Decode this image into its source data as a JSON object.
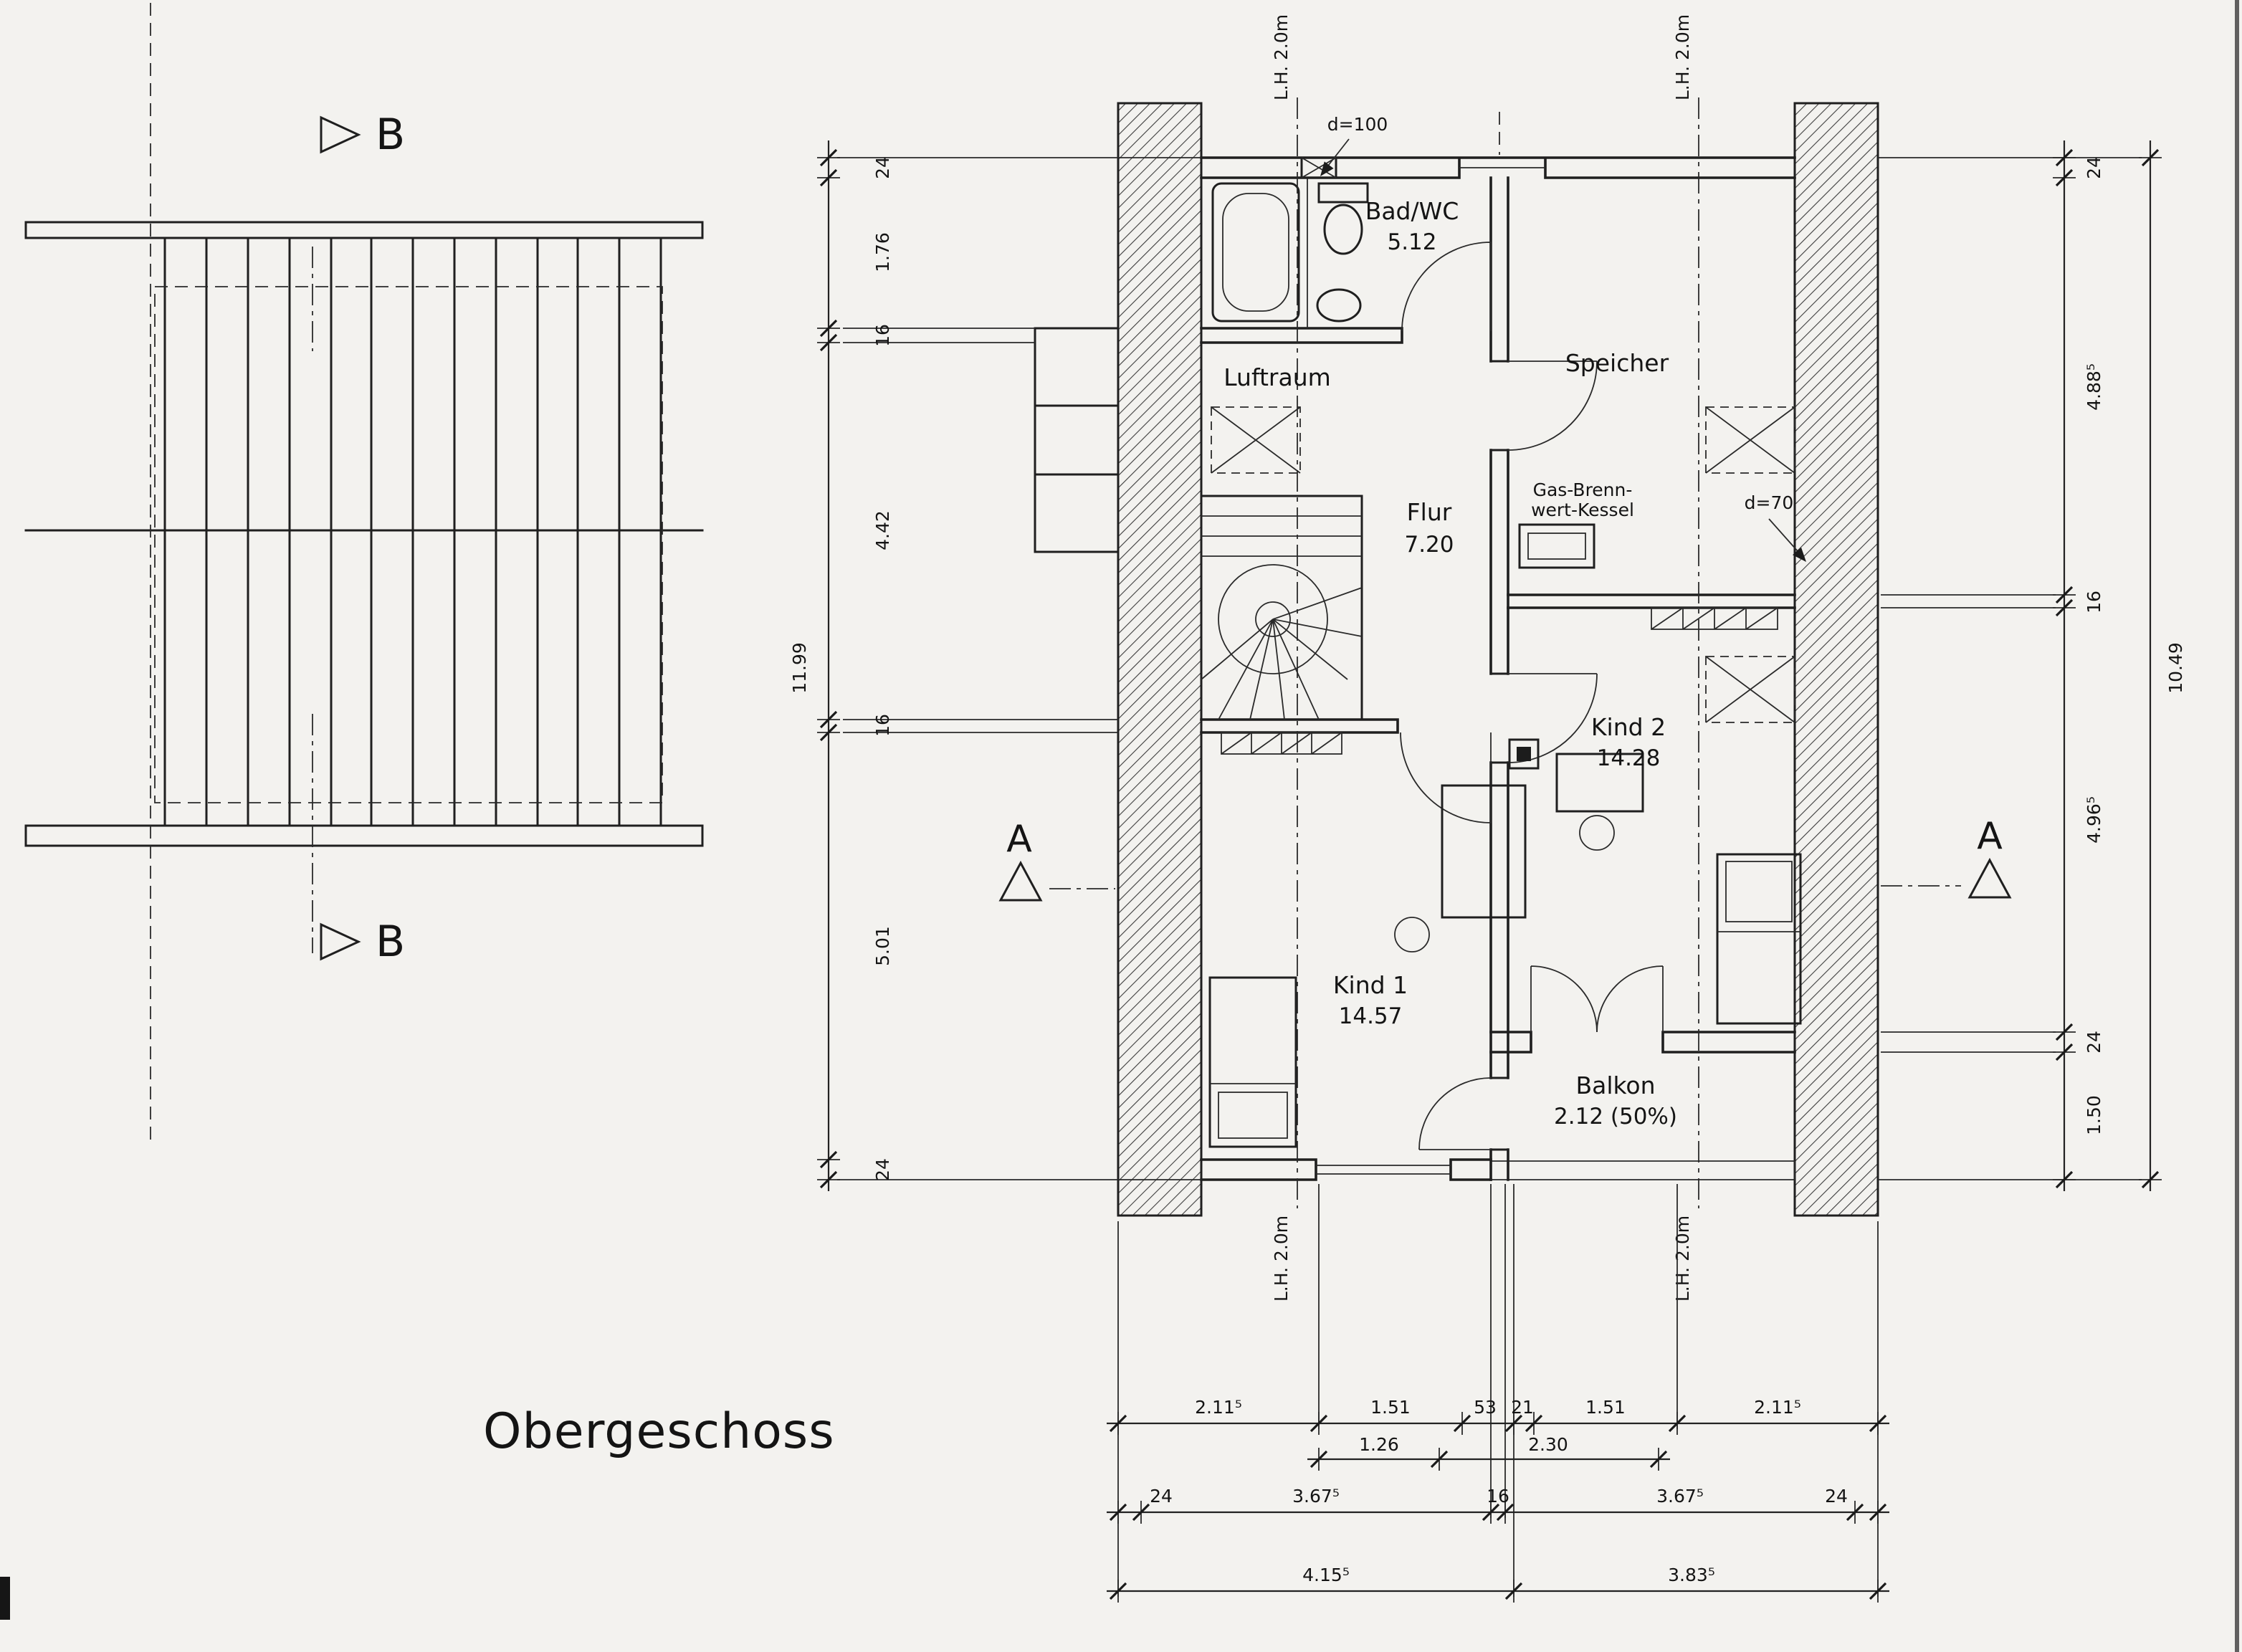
{
  "page": {
    "title": "Obergeschoss"
  },
  "floorplan": {
    "rooms": {
      "bad_wc": {
        "name": "Bad/WC",
        "area": "5.12"
      },
      "luftraum": {
        "name": "Luftraum"
      },
      "speicher": {
        "name": "Speicher"
      },
      "flur": {
        "name": "Flur",
        "area": "7.20"
      },
      "kessel": {
        "label_line1": "Gas-Brenn-",
        "label_line2": "wert-Kessel"
      },
      "kind2": {
        "name": "Kind 2",
        "area": "14.28"
      },
      "kind1": {
        "name": "Kind 1",
        "area": "14.57"
      },
      "balkon": {
        "name": "Balkon",
        "area": "2.12 (50%)"
      }
    },
    "annotations": {
      "d100": "d=100",
      "d70": "d=70",
      "lh": "L.H. 2.0m",
      "section_a": "A",
      "section_b": "B"
    },
    "dimensions": {
      "left": {
        "total": "11.99",
        "segments": [
          "24",
          "1.76",
          "16",
          "4.42",
          "16",
          "5.01",
          "24"
        ]
      },
      "right": {
        "total": "10.49",
        "segments": [
          "24",
          "4.88⁵",
          "16",
          "4.96⁵",
          "24",
          "1.50"
        ]
      },
      "bottom_row1": [
        "2.11⁵",
        "1.51",
        "53",
        "21",
        "1.51",
        "2.11⁵"
      ],
      "bottom_row2": [
        "1.26",
        "2.30"
      ],
      "bottom_row3": [
        "24",
        "3.67⁵",
        "16",
        "3.67⁵",
        "24"
      ],
      "bottom_row4": [
        "4.15⁵",
        "3.83⁵"
      ]
    }
  }
}
